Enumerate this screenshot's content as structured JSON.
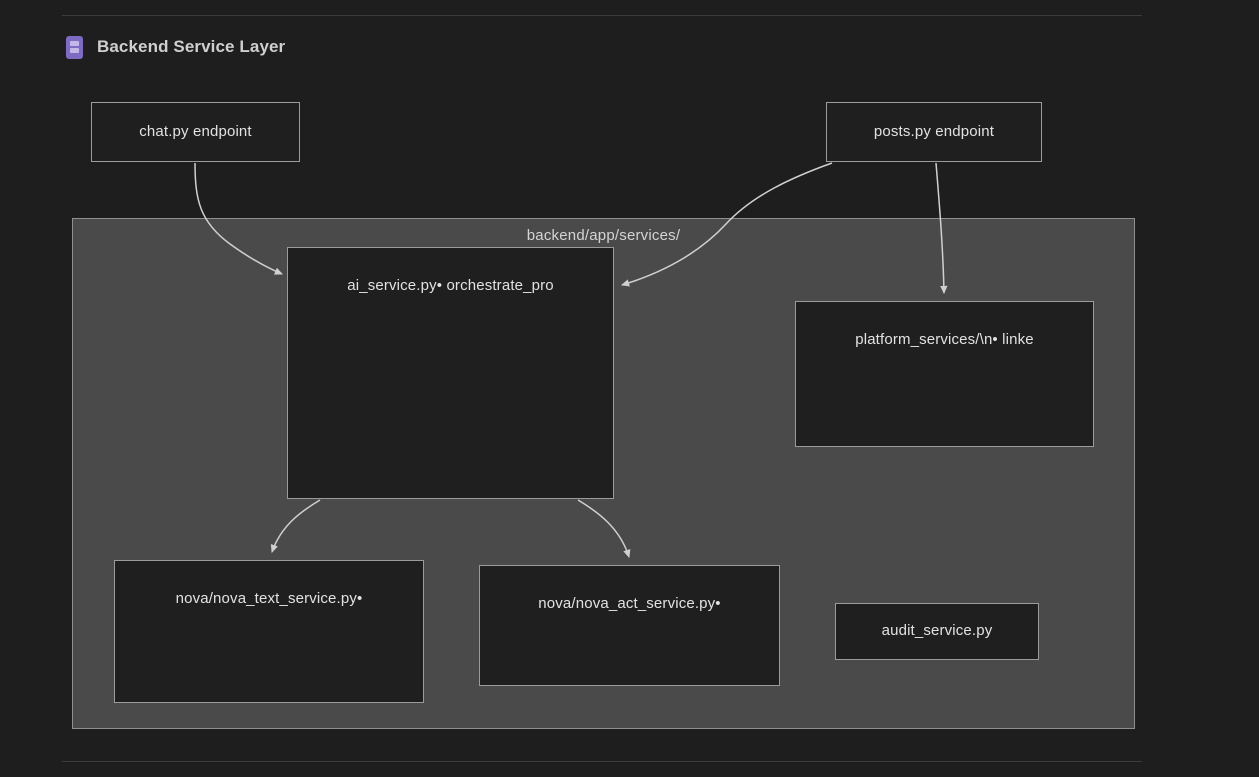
{
  "header": {
    "title": "Backend Service Layer",
    "icon": "server-stack-icon"
  },
  "diagram": {
    "type": "flowchart",
    "subgraph": {
      "label": "backend/app/services/",
      "fill_color": "#4a4a4a",
      "border_color": "#8f8f8f"
    },
    "node_fill_color": "#1f1f1f",
    "node_border_color": "#9b9b9b",
    "edge_color": "#d0d0d0",
    "nodes": [
      {
        "id": "chat",
        "label": "chat.py endpoint",
        "in_subgraph": false
      },
      {
        "id": "posts",
        "label": "posts.py endpoint",
        "in_subgraph": false
      },
      {
        "id": "ai",
        "label": "ai_service.py• orchestrate_pro",
        "in_subgraph": true
      },
      {
        "id": "platform",
        "label": "platform_services/\\n• linke",
        "in_subgraph": true
      },
      {
        "id": "novatext",
        "label": "nova/nova_text_service.py•",
        "in_subgraph": true
      },
      {
        "id": "novaact",
        "label": "nova/nova_act_service.py•",
        "in_subgraph": true
      },
      {
        "id": "audit",
        "label": "audit_service.py",
        "in_subgraph": true
      }
    ],
    "edges": [
      {
        "from": "chat",
        "to": "ai",
        "arrow": true
      },
      {
        "from": "posts",
        "to": "ai",
        "arrow": true
      },
      {
        "from": "posts",
        "to": "platform",
        "arrow": true
      },
      {
        "from": "ai",
        "to": "novatext",
        "arrow": true
      },
      {
        "from": "ai",
        "to": "novaact",
        "arrow": true
      }
    ]
  }
}
